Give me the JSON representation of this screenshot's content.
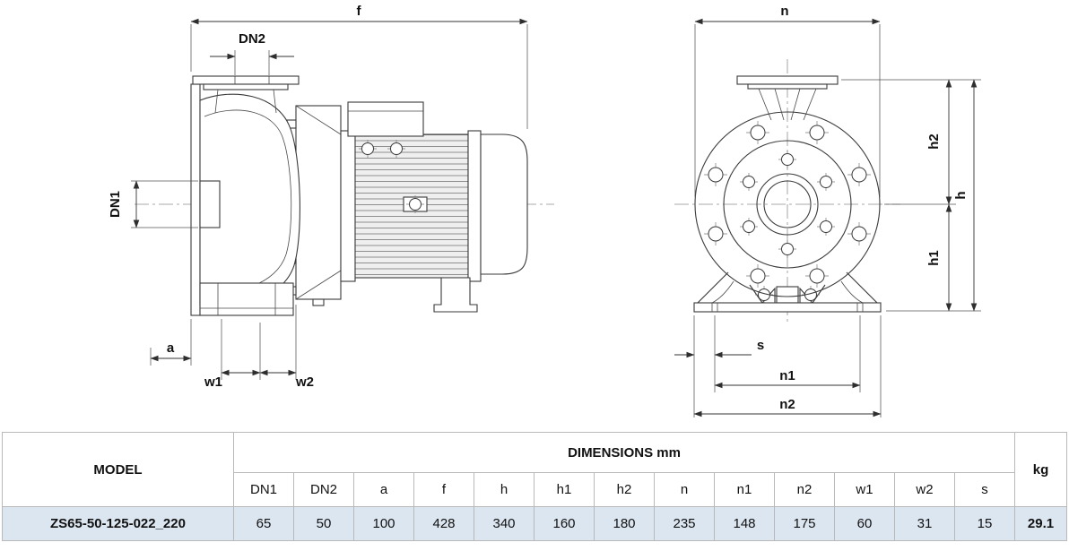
{
  "drawing": {
    "side_view": {
      "dim_f": "f",
      "dim_dn2": "DN2",
      "dim_dn1": "DN1",
      "dim_a": "a",
      "dim_w1": "w1",
      "dim_w2": "w2"
    },
    "front_view": {
      "dim_n": "n",
      "dim_h2": "h2",
      "dim_h": "h",
      "dim_h1": "h1",
      "dim_s": "s",
      "dim_n1": "n1",
      "dim_n2": "n2"
    }
  },
  "table": {
    "model_header": "MODEL",
    "dimensions_header": "DIMENSIONS mm",
    "kg_header": "kg",
    "columns": [
      "DN1",
      "DN2",
      "a",
      "f",
      "h",
      "h1",
      "h2",
      "n",
      "n1",
      "n2",
      "w1",
      "w2",
      "s"
    ],
    "rows": [
      {
        "model": "ZS65-50-125-022_220",
        "values": [
          "65",
          "50",
          "100",
          "428",
          "340",
          "160",
          "180",
          "235",
          "148",
          "175",
          "60",
          "31",
          "15"
        ],
        "kg": "29.1"
      }
    ]
  }
}
